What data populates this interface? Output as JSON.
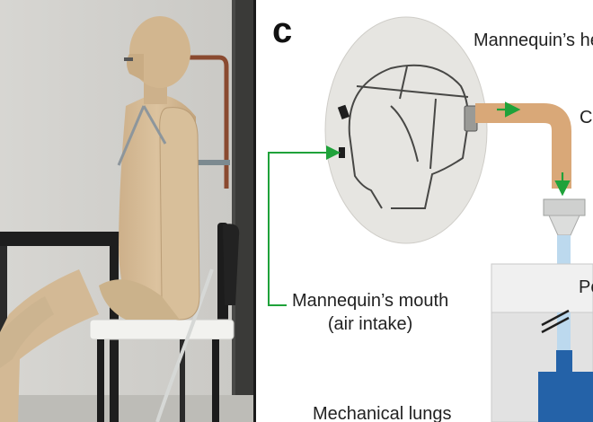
{
  "panel": {
    "letter": "c"
  },
  "labels": {
    "head": "Mannequin’s head",
    "connector": "Co",
    "mouth_line1": "Mannequin’s mouth",
    "mouth_line2": "(air intake)",
    "pump": "Po",
    "lungs": "Mechanical lungs"
  },
  "colors": {
    "arrow": "#1fa23a",
    "tube": "#d9a878",
    "filter_tube": "#bcd9ee",
    "lung_block": "#2462a8",
    "box": "#f0f0f0"
  }
}
